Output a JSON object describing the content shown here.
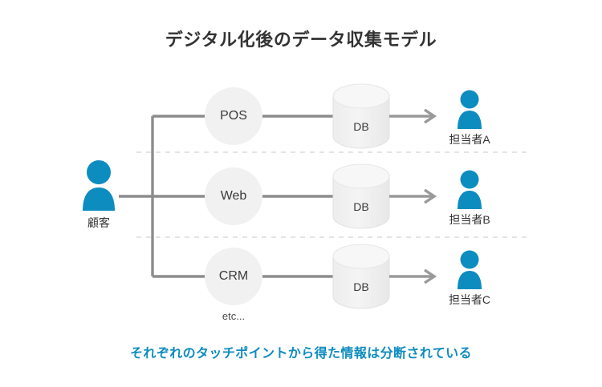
{
  "page": {
    "title": "デジタル化後のデータ収集モデル",
    "caption": "それぞれのタッチポイントから得た情報は分断されている",
    "background_color": "#ffffff"
  },
  "colors": {
    "accent_blue": "#0d8cc0",
    "title_gray": "#333333",
    "node_fill": "#f1f1f1",
    "line_gray": "#8c8c8c",
    "dashed_gray": "#dcdcdc"
  },
  "actors": {
    "customer": {
      "label": "顧客",
      "icon": "person-icon",
      "color": "#0d8cc0"
    },
    "recipients": [
      {
        "label": "担当者A",
        "icon": "person-icon",
        "color": "#0d8cc0"
      },
      {
        "label": "担当者B",
        "icon": "person-icon",
        "color": "#0d8cc0"
      },
      {
        "label": "担当者C",
        "icon": "person-icon",
        "color": "#0d8cc0"
      }
    ]
  },
  "rows": [
    {
      "touchpoint": "POS",
      "database": "DB",
      "recipient": "担当者A"
    },
    {
      "touchpoint": "Web",
      "database": "DB",
      "recipient": "担当者B"
    },
    {
      "touchpoint": "CRM",
      "database": "DB",
      "recipient": "担当者C"
    }
  ],
  "notes": {
    "etc": "etc..."
  },
  "icons": {
    "arrow": "arrow-right-icon",
    "database": "database-cylinder-icon",
    "person": "person-icon"
  }
}
